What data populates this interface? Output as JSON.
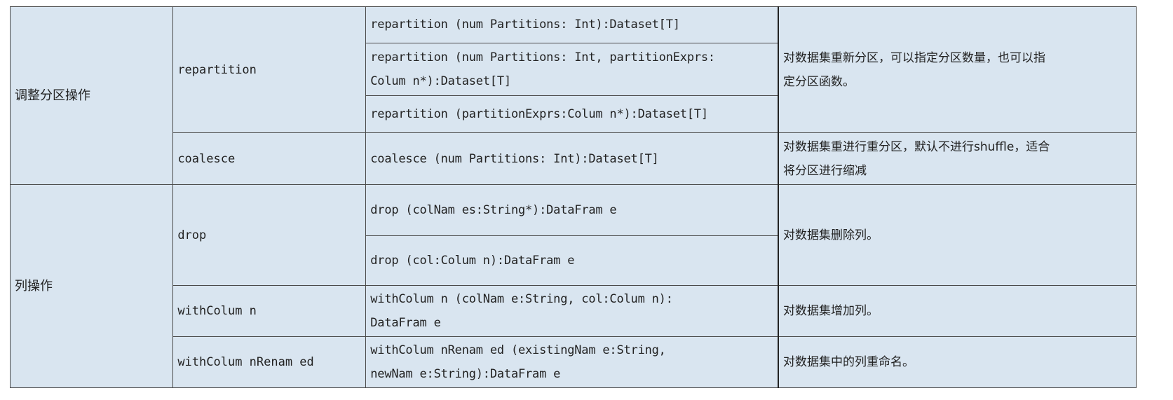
{
  "groups": [
    {
      "category": "调整分区操作",
      "methods": [
        {
          "name": "repartition",
          "signatures": [
            [
              "repartition (num Partitions: Int):Dataset[T]"
            ],
            [
              "repartition (num Partitions: Int, partitionExprs:",
              "Colum n*):Dataset[T]"
            ],
            [
              "repartition (partitionExprs:Colum n*):Dataset[T]"
            ]
          ],
          "description": [
            "对数据集重新分区，可以指定分区数量，也可以指",
            "定分区函数。"
          ]
        },
        {
          "name": "coalesce",
          "signatures": [
            [
              "coalesce (num Partitions: Int):Dataset[T]"
            ]
          ],
          "description": [
            "对数据集重进行重分区，默认不进行shuffle，适合",
            "将分区进行缩减"
          ]
        }
      ]
    },
    {
      "category": "列操作",
      "methods": [
        {
          "name": "drop",
          "signatures": [
            [
              "drop (colNam es:String*):DataFram e"
            ],
            [
              "drop (col:Colum n):DataFram e"
            ]
          ],
          "description": [
            "对数据集删除列。"
          ]
        },
        {
          "name": "withColum n",
          "signatures": [
            [
              "withColum n (colNam e:String, col:Colum n):",
              "DataFram e"
            ]
          ],
          "description": [
            "对数据集增加列。"
          ]
        },
        {
          "name": "withColum nRenam ed",
          "signatures": [
            [
              "withColum nRenam ed (existingNam e:String,",
              "newNam e:String):DataFram e"
            ]
          ],
          "description": [
            "对数据集中的列重命名。"
          ]
        }
      ]
    }
  ]
}
